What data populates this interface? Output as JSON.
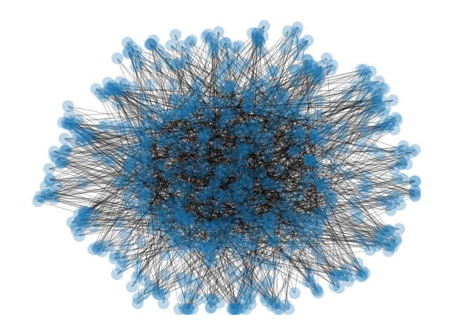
{
  "figure": {
    "background_color": "#ffffff"
  },
  "graph": {
    "type": "network",
    "layout": "spring",
    "node_color": "#1f77b4",
    "node_alpha": 0.3,
    "edge_color": "#000000",
    "edge_alpha": 0.3,
    "axis_visible": false,
    "center_node_count_estimate": 300,
    "peripheral_cluster_count_estimate": 40,
    "nodes_per_cluster_estimate": 8
  }
}
